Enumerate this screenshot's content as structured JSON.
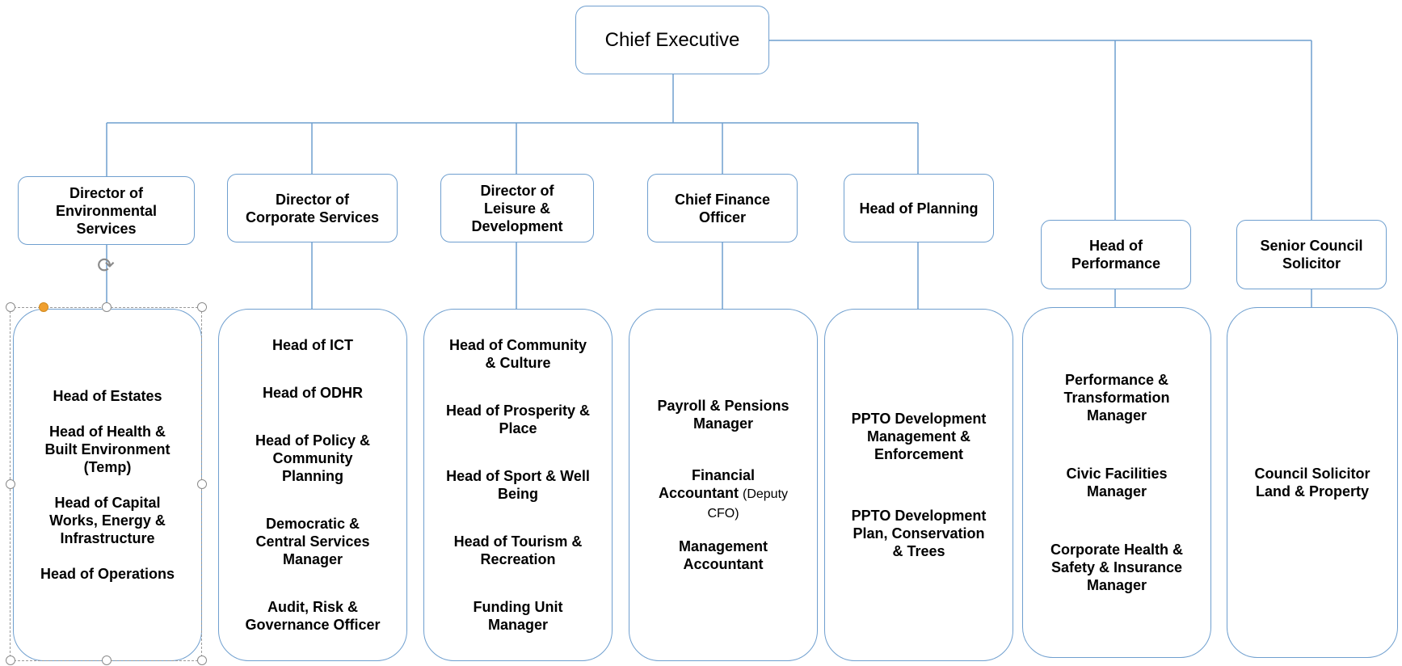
{
  "chief_executive": "Chief Executive",
  "directors": [
    "Director of Environmental Services",
    "Director of Corporate Services",
    "Director of Leisure & Development",
    "Chief Finance Officer",
    "Head of Planning",
    "Head of Performance",
    "Senior Council Solicitor"
  ],
  "teams": {
    "environmental": [
      "Head of Estates",
      "Head of Health & Built Environment (Temp)",
      "Head of Capital Works, Energy & Infrastructure",
      "Head of Operations"
    ],
    "corporate": [
      "Head of ICT",
      "Head of ODHR",
      "Head of Policy & Community Planning",
      "Democratic & Central Services Manager",
      "Audit, Risk & Governance Officer"
    ],
    "leisure": [
      "Head of Community & Culture",
      "Head of Prosperity & Place",
      "Head of Sport & Well Being",
      "Head of Tourism & Recreation",
      "Funding Unit Manager"
    ],
    "finance": {
      "payroll": "Payroll & Pensions Manager",
      "fin_acc": "Financial Accountant",
      "fin_acc_note": "(Deputy CFO)",
      "mgmt_acc": "Management Accountant"
    },
    "planning": [
      "PPTO Development Management & Enforcement",
      "PPTO Development Plan, Conservation & Trees"
    ],
    "performance": [
      "Performance & Transformation Manager",
      "Civic Facilities Manager",
      "Corporate Health & Safety & Insurance Manager"
    ],
    "solicitor": [
      "Council Solicitor Land & Property"
    ]
  },
  "colors": {
    "line": "#6f9fcf",
    "border": "#6f9fcf",
    "handle": "#8a8a8a",
    "handle_active": "#f0a030"
  },
  "icons": {
    "rotate_handle": "rotate-icon"
  }
}
